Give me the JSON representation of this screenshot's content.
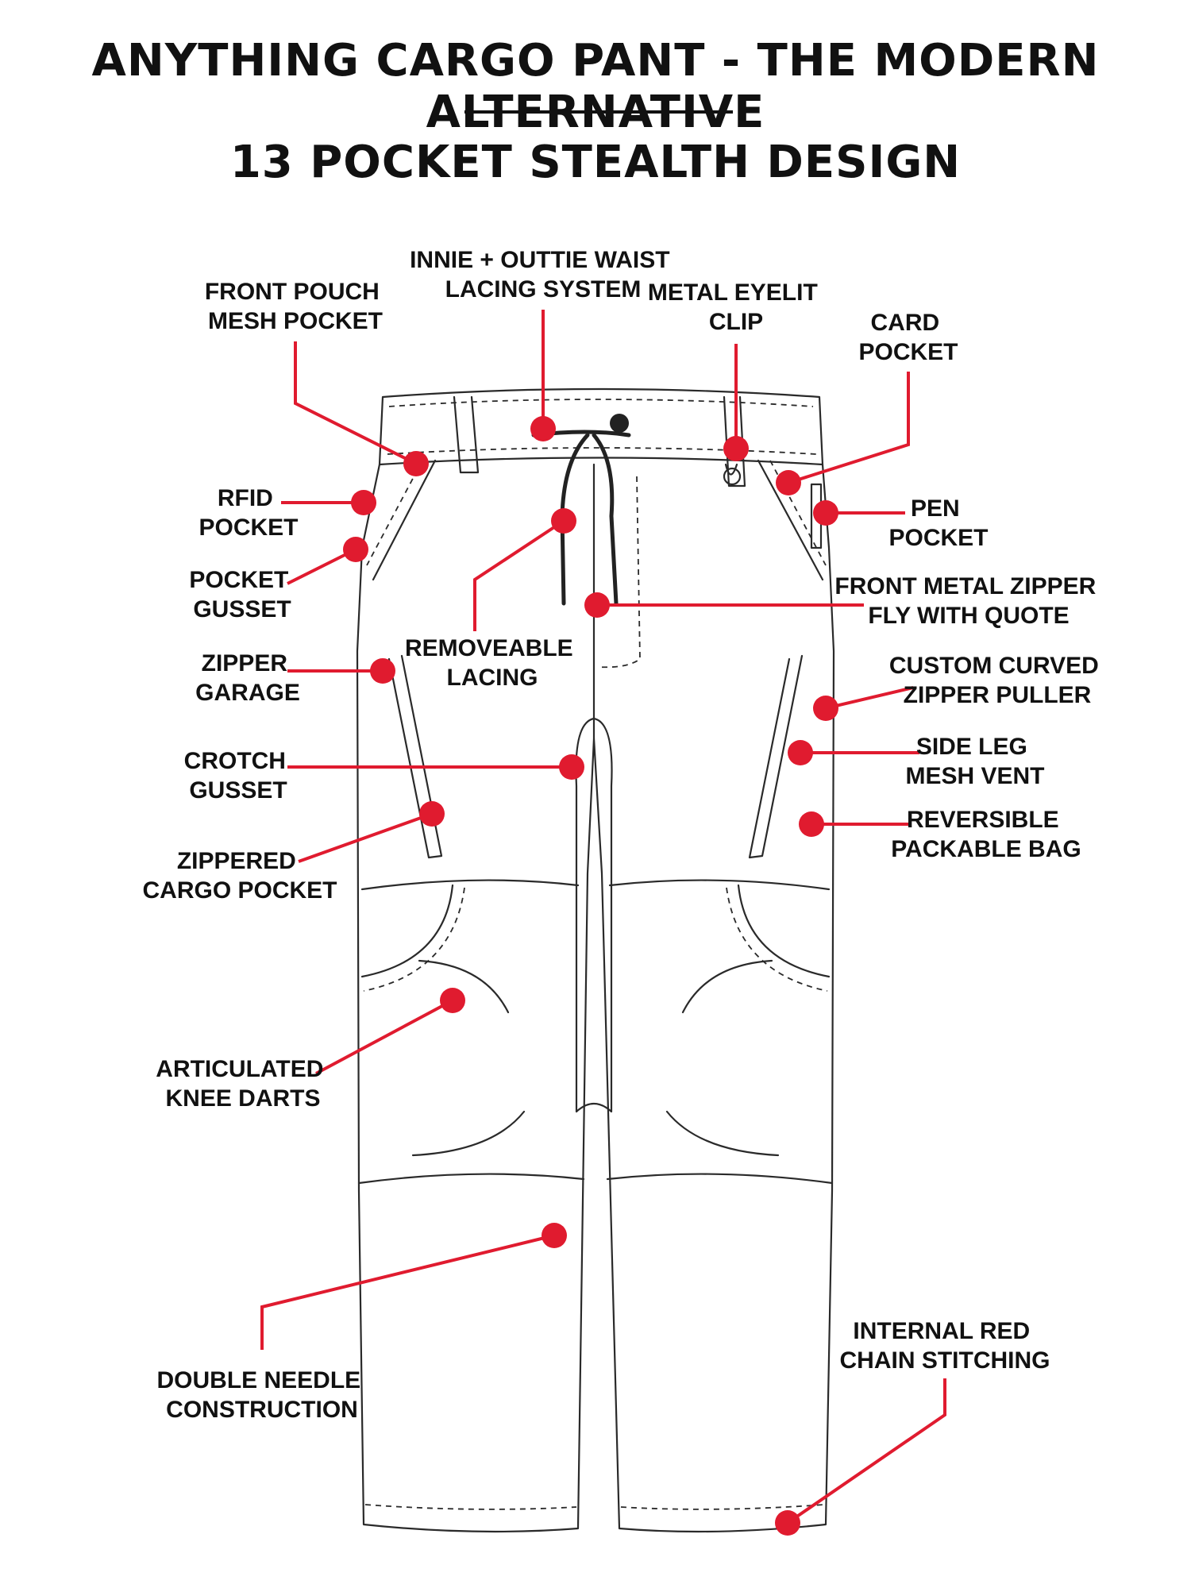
{
  "header": {
    "title": "ANYTHING CARGO PANT - THE MODERN ALTERNATIVE",
    "subtitle": "13 POCKET STEALTH DESIGN"
  },
  "colors": {
    "callout": "#e01b2f",
    "text": "#111111",
    "outline": "#2a2a2a",
    "background": "#ffffff"
  },
  "callouts": [
    {
      "id": "front-pouch-mesh-pocket",
      "lines": [
        "FRONT POUCH",
        "MESH POCKET"
      ]
    },
    {
      "id": "waist-lacing-system",
      "lines": [
        "INNIE + OUTTIE WAIST",
        "LACING SYSTEM"
      ]
    },
    {
      "id": "metal-eyelit-clip",
      "lines": [
        "METAL EYELIT",
        "CLIP"
      ]
    },
    {
      "id": "card-pocket",
      "lines": [
        "CARD",
        "POCKET"
      ]
    },
    {
      "id": "rfid-pocket",
      "lines": [
        "RFID",
        "POCKET"
      ]
    },
    {
      "id": "pen-pocket",
      "lines": [
        "PEN",
        "POCKET"
      ]
    },
    {
      "id": "pocket-gusset",
      "lines": [
        "POCKET",
        "GUSSET"
      ]
    },
    {
      "id": "removeable-lacing",
      "lines": [
        "REMOVEABLE",
        "LACING"
      ]
    },
    {
      "id": "front-metal-zipper-fly",
      "lines": [
        "FRONT METAL ZIPPER",
        "FLY WITH QUOTE"
      ]
    },
    {
      "id": "zipper-garage",
      "lines": [
        "ZIPPER",
        "GARAGE"
      ]
    },
    {
      "id": "custom-curved-zipper-puller",
      "lines": [
        "CUSTOM CURVED",
        "ZIPPER PULLER"
      ]
    },
    {
      "id": "crotch-gusset",
      "lines": [
        "CROTCH",
        "GUSSET"
      ]
    },
    {
      "id": "side-leg-mesh-vent",
      "lines": [
        "SIDE LEG",
        "MESH VENT"
      ]
    },
    {
      "id": "zippered-cargo-pocket",
      "lines": [
        "ZIPPERED",
        "CARGO POCKET"
      ]
    },
    {
      "id": "reversible-packable-bag",
      "lines": [
        "REVERSIBLE",
        "PACKABLE BAG"
      ]
    },
    {
      "id": "articulated-knee-darts",
      "lines": [
        "ARTICULATED",
        "KNEE DARTS"
      ]
    },
    {
      "id": "double-needle-construction",
      "lines": [
        "DOUBLE NEEDLE",
        "CONSTRUCTION"
      ]
    },
    {
      "id": "internal-red-chain-stitching",
      "lines": [
        "INTERNAL RED",
        "CHAIN STITCHING"
      ]
    }
  ]
}
